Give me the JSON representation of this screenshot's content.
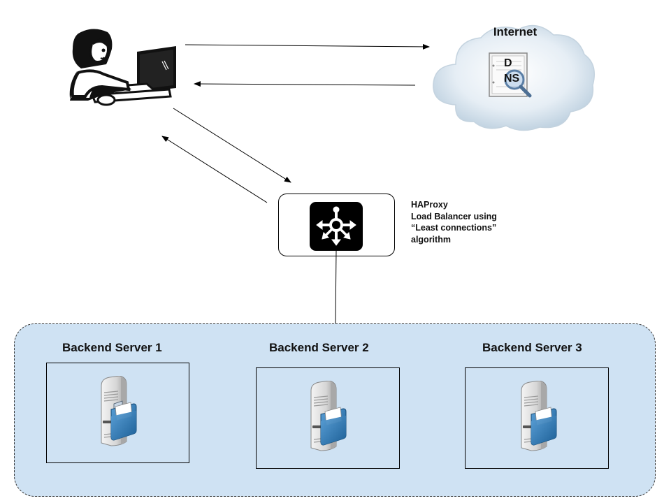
{
  "internet": {
    "title": "Internet",
    "dns_line1": "D",
    "dns_line2": "NS"
  },
  "load_balancer": {
    "caption": [
      "HAProxy",
      "Load Balancer using",
      "“Least connections”",
      "algorithm"
    ]
  },
  "backend_servers": [
    {
      "label": "Backend Server 1"
    },
    {
      "label": "Backend Server 2"
    },
    {
      "label": "Backend Server 3"
    }
  ],
  "icons": {
    "user": "user-at-computer-icon",
    "cloud": "cloud-icon",
    "dns": "dns-lookup-icon",
    "load_balancer": "load-balancer-icon",
    "server": "server-with-folder-icon"
  },
  "colors": {
    "pool_fill": "#cfe2f3",
    "cloud_fill": "#dbe8f2",
    "lb_icon_bg": "#000000"
  }
}
